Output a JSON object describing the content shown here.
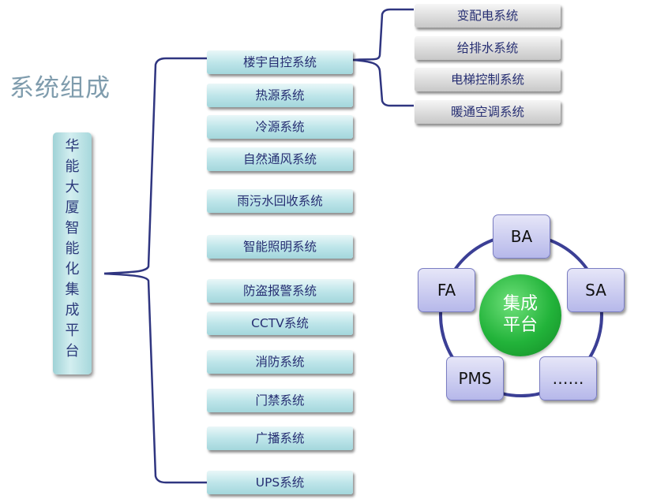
{
  "title": "系统组成",
  "root": {
    "chars": [
      "华",
      "能",
      "大",
      "厦",
      "智",
      "能",
      "化",
      "集",
      "成",
      "平",
      "台"
    ]
  },
  "systems": [
    "楼宇自控系统",
    "热源系统",
    "冷源系统",
    "自然通风系统",
    "雨污水回收系统",
    "智能照明系统",
    "防盗报警系统",
    "CCTV系统",
    "消防系统",
    "门禁系统",
    "广播系统",
    "UPS系统"
  ],
  "subsystems": [
    "变配电系统",
    "给排水系统",
    "电梯控制系统",
    "暖通空调系统"
  ],
  "platform": {
    "center_line1": "集成",
    "center_line2": "平台",
    "nodes": [
      "BA",
      "SA",
      "……",
      "PMS",
      "FA"
    ]
  },
  "colors": {
    "bracket": "#2f3580",
    "ring": "#3b3f95",
    "center": "#22b33a",
    "node": "#b6b8ea",
    "system_box": "#bfe6ea",
    "sub_box": "#dedede"
  }
}
